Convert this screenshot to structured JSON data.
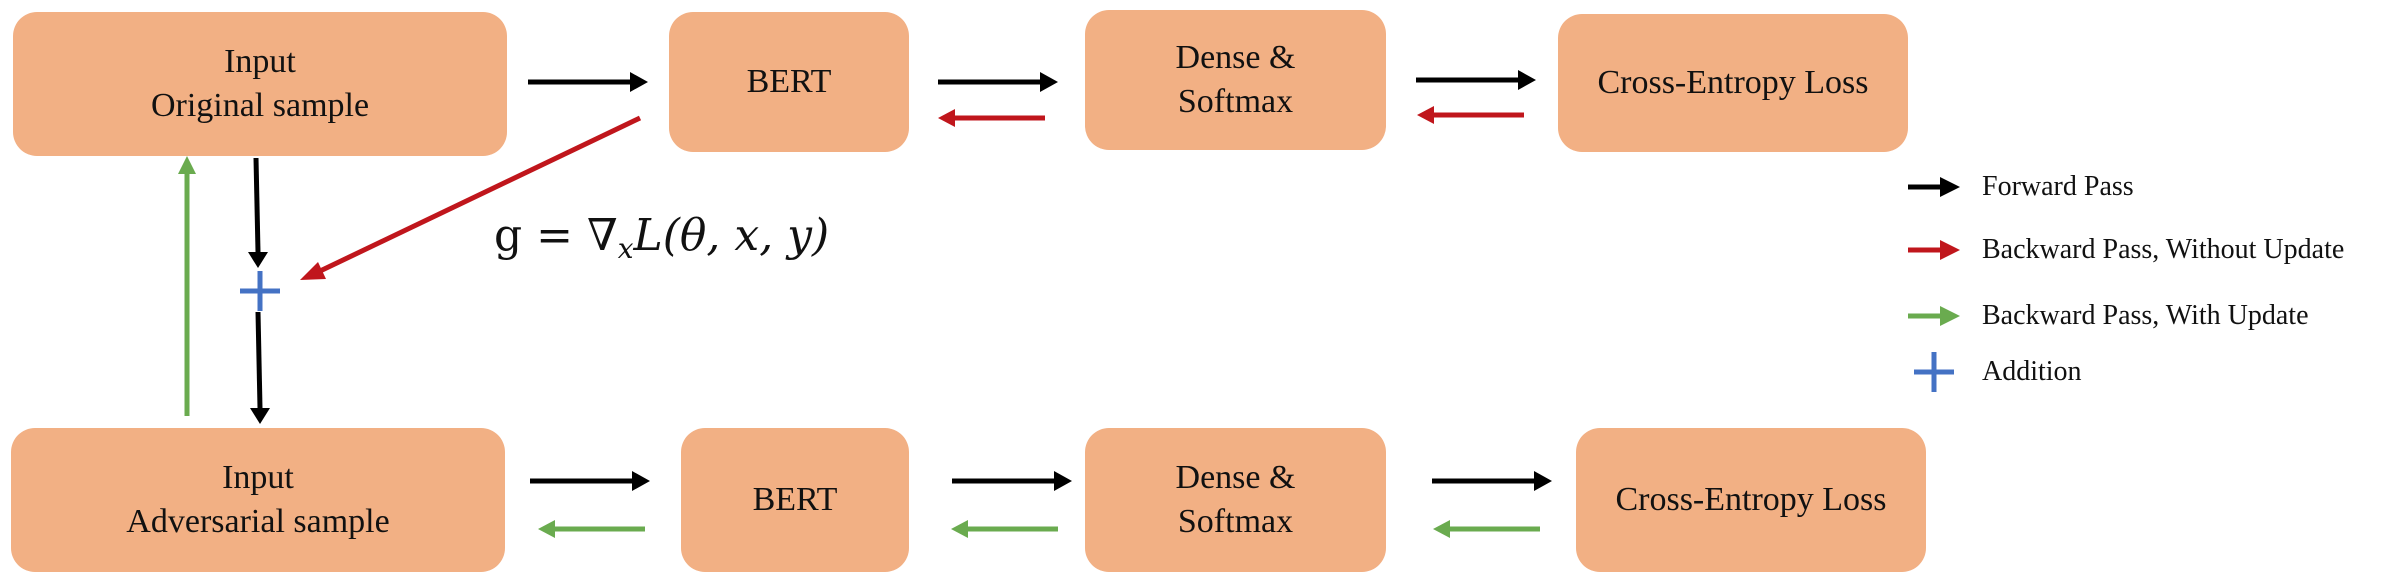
{
  "colors": {
    "box_fill": "#f2b084",
    "forward": "#000000",
    "backward_no_update": "#c0161c",
    "backward_update": "#6aab4f",
    "addition": "#4472c4"
  },
  "top_row": {
    "input": {
      "line1": "Input",
      "line2": "Original sample"
    },
    "bert": {
      "label": "BERT"
    },
    "dense": {
      "line1": "Dense &",
      "line2": "Softmax"
    },
    "loss": {
      "label": "Cross-Entropy Loss"
    }
  },
  "bottom_row": {
    "input": {
      "line1": "Input",
      "line2": "Adversarial sample"
    },
    "bert": {
      "label": "BERT"
    },
    "dense": {
      "line1": "Dense &",
      "line2": "Softmax"
    },
    "loss": {
      "label": "Cross-Entropy Loss"
    }
  },
  "formula": {
    "lhs": "g",
    "eq": " = ∇",
    "sub": "x",
    "rhs": "L(θ, x, y)"
  },
  "legend": {
    "forward": "Forward Pass",
    "backward_no_update": "Backward Pass, Without Update",
    "backward_update": "Backward Pass, With Update",
    "addition": "Addition"
  }
}
